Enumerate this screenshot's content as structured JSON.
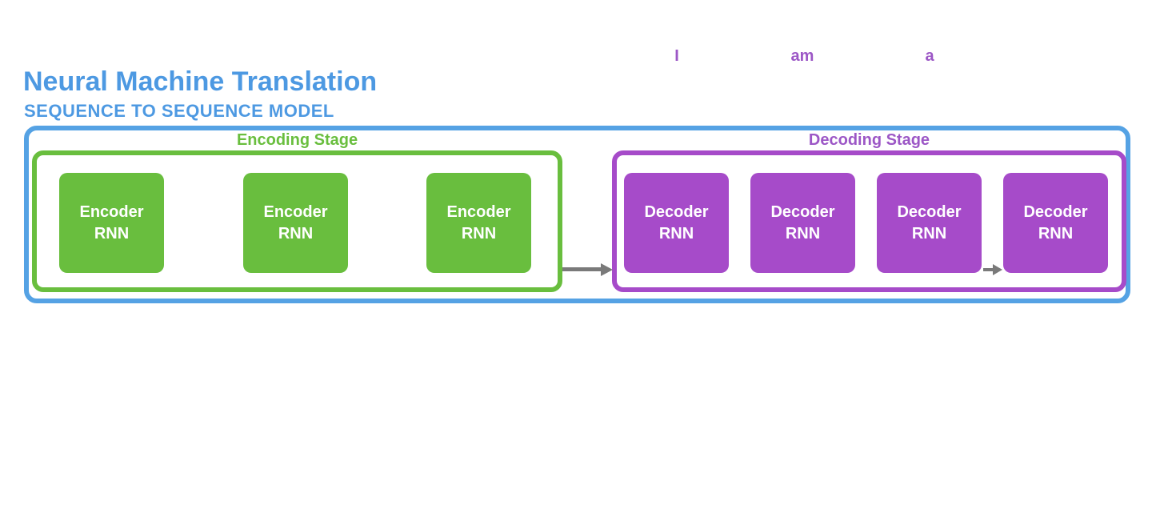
{
  "header": {
    "title": "Neural Machine Translation",
    "subtitle": "SEQUENCE TO SEQUENCE MODEL"
  },
  "output_words": [
    {
      "text": "I"
    },
    {
      "text": "am"
    },
    {
      "text": "a"
    }
  ],
  "encoding_stage": {
    "label": "Encoding Stage",
    "boxes": [
      {
        "line1": "Encoder",
        "line2": "RNN"
      },
      {
        "line1": "Encoder",
        "line2": "RNN"
      },
      {
        "line1": "Encoder",
        "line2": "RNN"
      }
    ]
  },
  "decoding_stage": {
    "label": "Decoding Stage",
    "boxes": [
      {
        "line1": "Decoder",
        "line2": "RNN"
      },
      {
        "line1": "Decoder",
        "line2": "RNN"
      },
      {
        "line1": "Decoder",
        "line2": "RNN"
      },
      {
        "line1": "Decoder",
        "line2": "RNN"
      }
    ]
  },
  "arrows": [
    {
      "name": "encoder-stage-to-decoder-stage",
      "direction": "right"
    },
    {
      "name": "decoder-3-to-decoder-4",
      "direction": "right"
    }
  ],
  "colors": {
    "title_blue": "#4D99E2",
    "outer_border_blue": "#55A2E4",
    "green": "#69BE3E",
    "purple": "#A64BC9",
    "label_purple": "#9C57C6",
    "arrow_gray": "#7A7A7A",
    "box_text_white": "#FFFFFF",
    "background": "#FFFFFF"
  }
}
